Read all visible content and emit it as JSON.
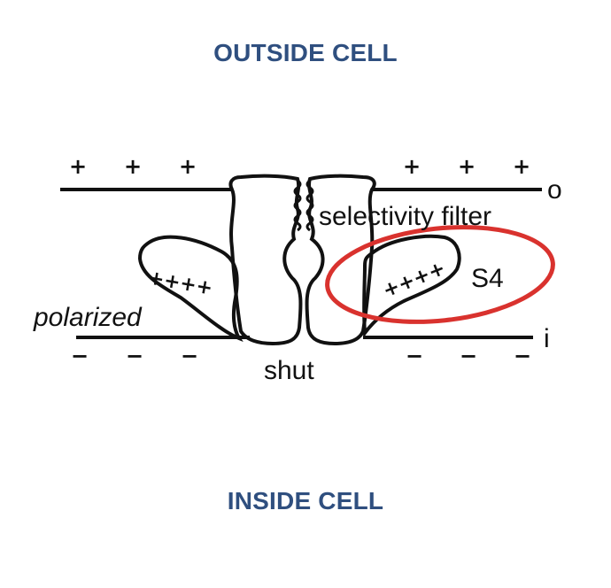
{
  "headings": {
    "outside": "OUTSIDE CELL",
    "inside": "INSIDE CELL"
  },
  "labels": {
    "outer_side": "o",
    "inner_side": "i",
    "selectivity_filter": "selectivity filter",
    "state": "polarized",
    "gate": "shut",
    "sensor": "S4"
  },
  "charges": {
    "outer": "+",
    "inner": "−",
    "sensor_left": "++++",
    "sensor_right": "++++"
  },
  "colors": {
    "heading": "#2f4f7f",
    "highlight": "#d9322e",
    "line": "#111111"
  }
}
